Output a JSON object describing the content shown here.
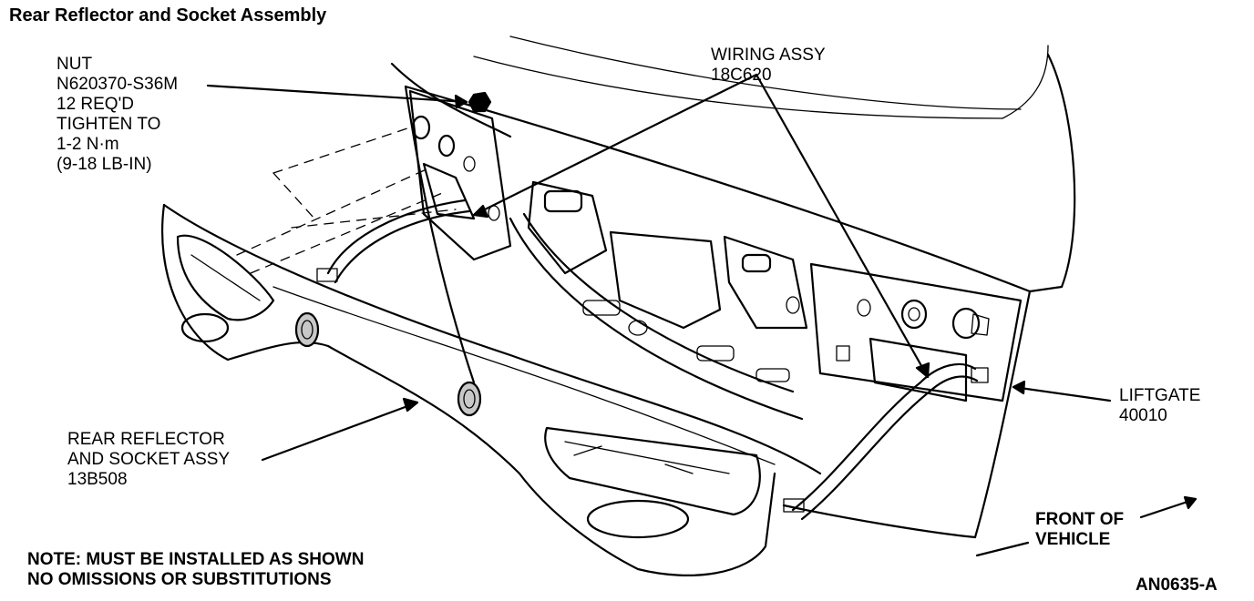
{
  "title": "Rear Reflector and Socket Assembly",
  "callouts": {
    "nut": [
      "NUT",
      "N620370-S36M",
      "12 REQ'D",
      "TIGHTEN TO",
      "1-2 N·m",
      "(9-18 LB-IN)"
    ],
    "wiring": [
      "WIRING ASSY",
      "18C620"
    ],
    "liftgate": [
      "LIFTGATE",
      "40010"
    ],
    "reflector": [
      "REAR REFLECTOR",
      "AND SOCKET ASSY",
      "13B508"
    ],
    "front": [
      "FRONT OF",
      "VEHICLE"
    ]
  },
  "note": [
    "NOTE: MUST BE INSTALLED AS SHOWN",
    "NO OMISSIONS OR SUBSTITUTIONS"
  ],
  "figure_id": "AN0635-A"
}
